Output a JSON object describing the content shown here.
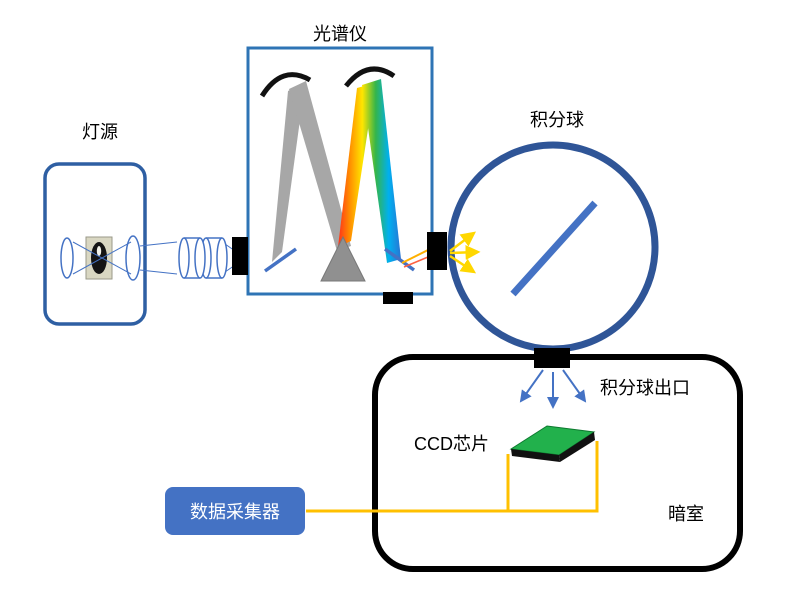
{
  "labels": {
    "spectrometer": "光谱仪",
    "lamp_source": "灯源",
    "integrating_sphere": "积分球",
    "sphere_exit": "积分球出口",
    "ccd_chip": "CCD芯片",
    "dark_room": "暗室",
    "data_collector": "数据采集器"
  },
  "colors": {
    "outline_blue": "#2E5FA3",
    "spectrometer_border": "#2E74B5",
    "sphere_border": "#2F5597",
    "accent_blue": "#4472C4",
    "wire_orange": "#FFC000",
    "ray_yellow": "#FFD700",
    "beam_gray": "#A7A7A7",
    "prism_gray": "#909090",
    "chip_green": "#22B14C",
    "port_black": "#000000",
    "collector_fill": "#4472C4",
    "collector_text": "#FFFFFF"
  }
}
